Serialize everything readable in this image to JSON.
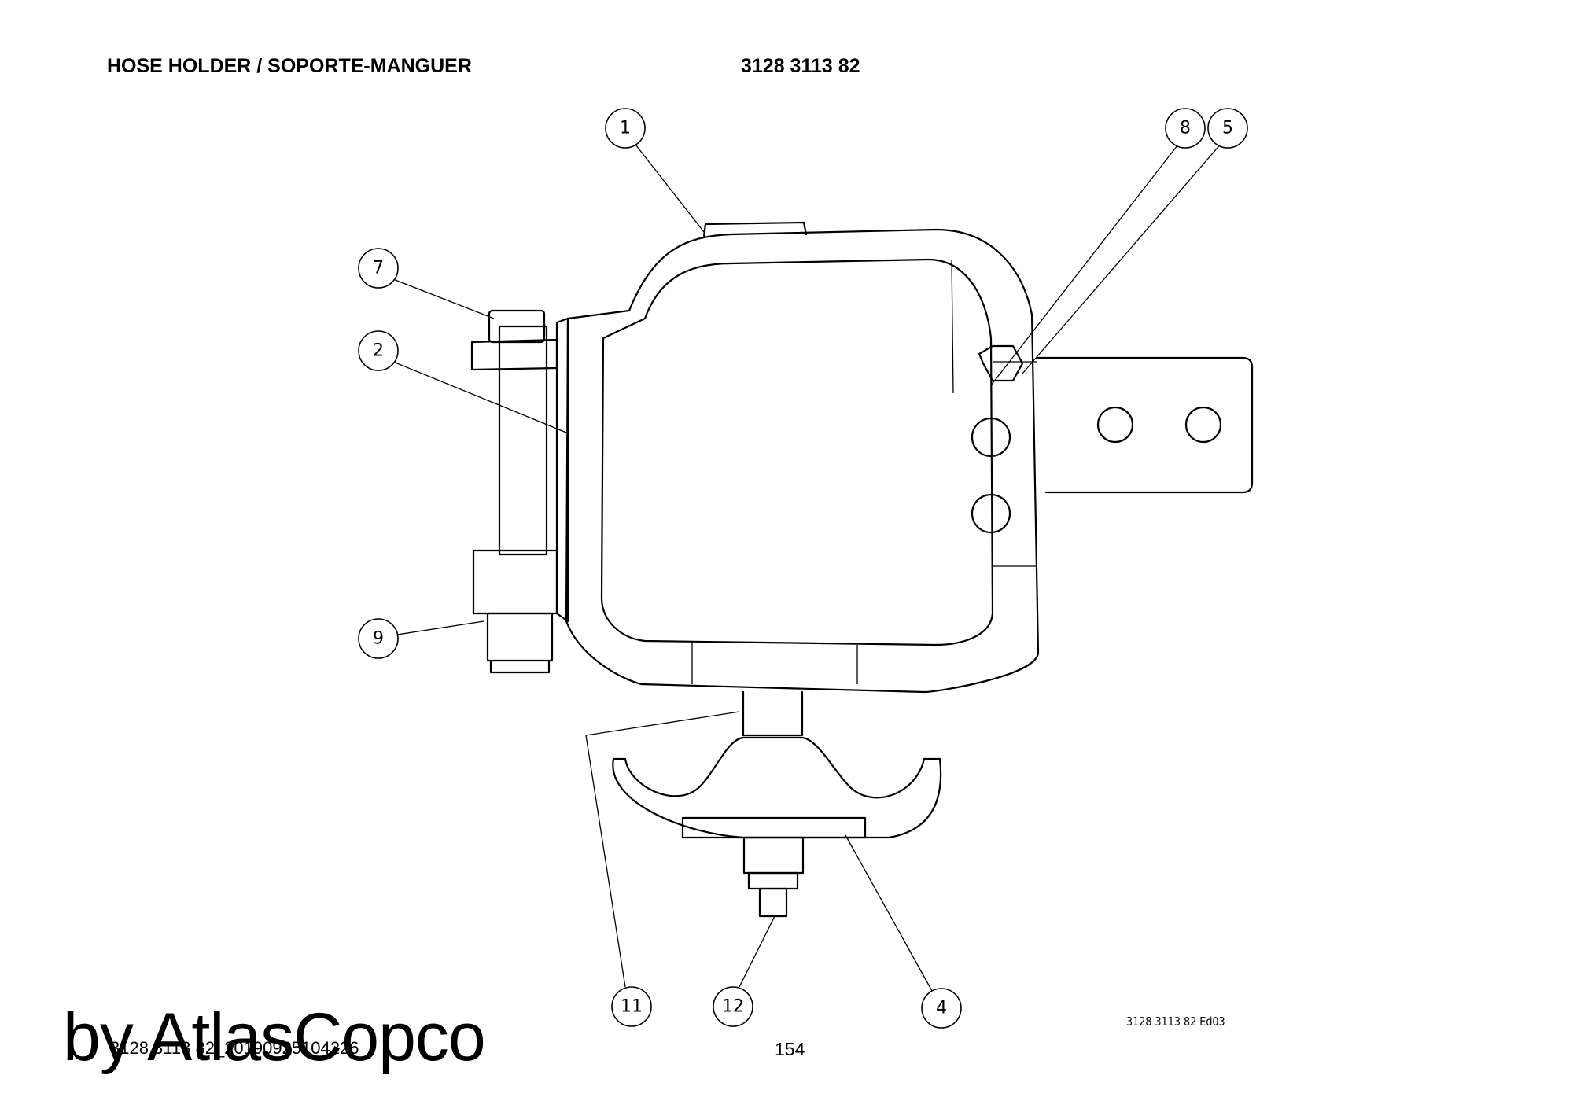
{
  "header": {
    "title": "HOSE HOLDER / SOPORTE-MANGUER",
    "part_number": "3128 3113 82"
  },
  "footer": {
    "doc_id": "3128 3113 82_20190925104226",
    "page": "154",
    "edition": "3128 3113 82 Ed03"
  },
  "watermark": "by AtlasCopco",
  "callouts": [
    "1",
    "2",
    "4",
    "5",
    "7",
    "8",
    "9",
    "11",
    "12"
  ]
}
